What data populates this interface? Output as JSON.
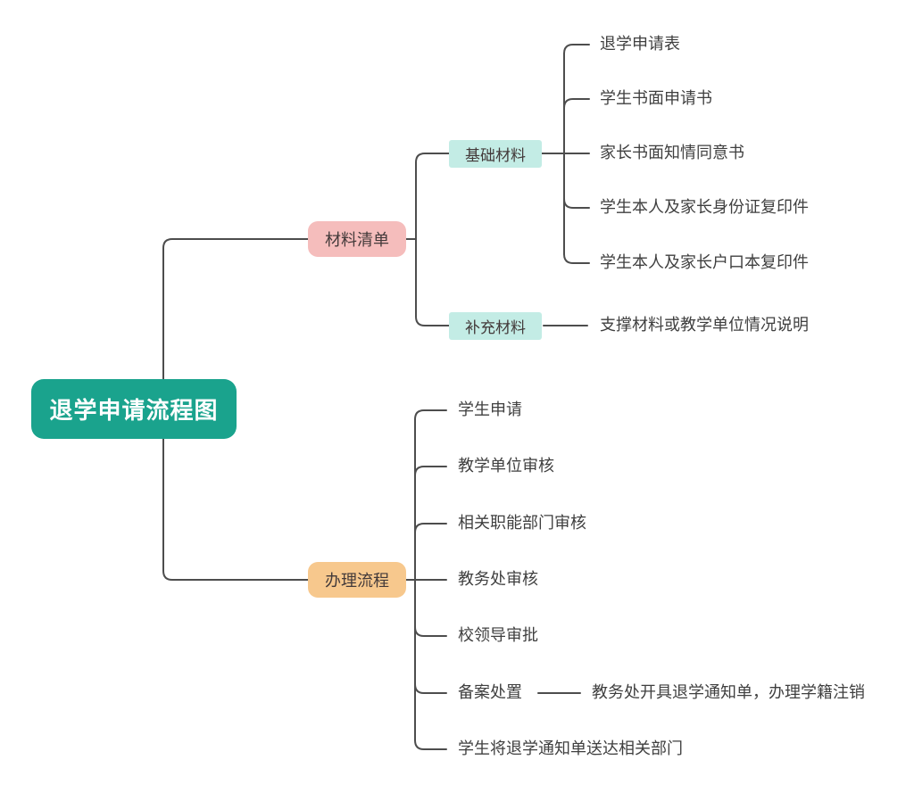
{
  "title": "退学申请流程图",
  "colors": {
    "root_bg": "#1aa38d",
    "branch_materials_bg": "#f5bdbc",
    "branch_process_bg": "#f7c88d",
    "subtopic_bg": "#c3ece5",
    "line_color": "#4d4d4d",
    "node_text": "#433a3a",
    "leaf_text": "#3f3f3f"
  },
  "root": {
    "label": "退学申请流程图"
  },
  "branches": [
    {
      "label": "材料清单",
      "children": [
        {
          "label": "基础材料",
          "children": [
            {
              "label": "退学申请表"
            },
            {
              "label": "学生书面申请书"
            },
            {
              "label": "家长书面知情同意书"
            },
            {
              "label": "学生本人及家长身份证复印件"
            },
            {
              "label": "学生本人及家长户口本复印件"
            }
          ]
        },
        {
          "label": "补充材料",
          "children": [
            {
              "label": "支撑材料或教学单位情况说明"
            }
          ]
        }
      ]
    },
    {
      "label": "办理流程",
      "children": [
        {
          "label": "学生申请"
        },
        {
          "label": "教学单位审核"
        },
        {
          "label": "相关职能部门审核"
        },
        {
          "label": "教务处审核"
        },
        {
          "label": "校领导审批"
        },
        {
          "label": "备案处置",
          "children": [
            {
              "label": "教务处开具退学通知单，办理学籍注销"
            }
          ]
        },
        {
          "label": "学生将退学通知单送达相关部门"
        }
      ]
    }
  ]
}
